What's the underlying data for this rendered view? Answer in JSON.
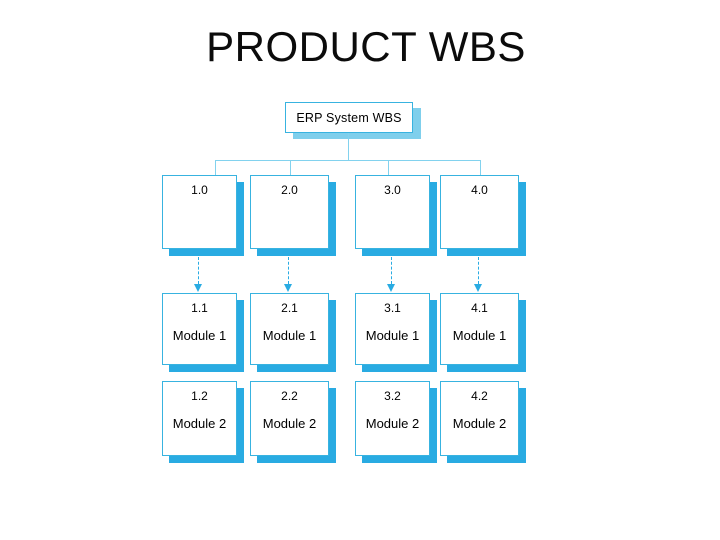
{
  "slide": {
    "title": "PRODUCT WBS"
  },
  "diagram": {
    "root_label": "ERP System WBS",
    "columns": [
      {
        "phase": "1.0",
        "modules": [
          {
            "code": "1.1",
            "name": "Module 1"
          },
          {
            "code": "1.2",
            "name": "Module 2"
          }
        ]
      },
      {
        "phase": "2.0",
        "modules": [
          {
            "code": "2.1",
            "name": "Module 1"
          },
          {
            "code": "2.2",
            "name": "Module 2"
          }
        ]
      },
      {
        "phase": "3.0",
        "modules": [
          {
            "code": "3.1",
            "name": "Module 1"
          },
          {
            "code": "3.2",
            "name": "Module 2"
          }
        ]
      },
      {
        "phase": "4.0",
        "modules": [
          {
            "code": "4.1",
            "name": "Module 1"
          },
          {
            "code": "4.2",
            "name": "Module 2"
          }
        ]
      }
    ],
    "colors": {
      "box_shadow": "#29abe2",
      "root_shadow": "#7fcfec",
      "box_border": "#38b3e0",
      "connector": "#82d2ee",
      "arrow": "#29abe2",
      "text": "#000000",
      "title_text": "#0b0b0b"
    }
  }
}
